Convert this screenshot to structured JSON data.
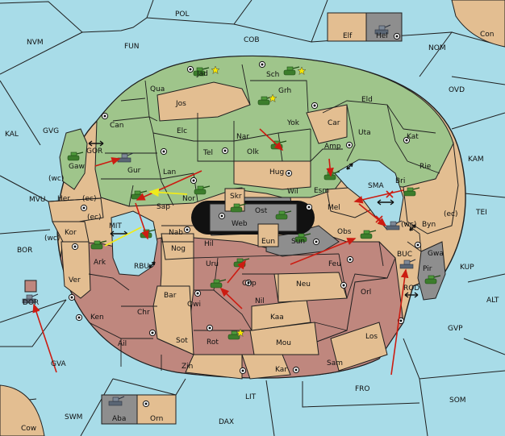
{
  "colors": {
    "sea": "#a8dce8",
    "green": "#9fc58b",
    "tan": "#e3be91",
    "brown": "#bf877e",
    "grey": "#8e8e8e",
    "border": "#1f1f1f",
    "order_red": "#cc1c12",
    "order_yellow": "#f0ea1a"
  },
  "sea_labels": {
    "pol": "POL",
    "nvm": "NVM",
    "fun": "FUN",
    "cob": "COB",
    "nom": "NOM",
    "con": "Con",
    "ovd": "OVD",
    "kal": "KAL",
    "gvg": "GVG",
    "kam": "KAM",
    "mvu": "MVU",
    "tei": "TEI",
    "bor": "BOR",
    "kup": "KUP",
    "alt": "ALT",
    "gvp": "GVP",
    "gva": "GVA",
    "fro": "FRO",
    "som": "SOM",
    "lit": "LIT",
    "swm": "SWM",
    "dax": "DAX",
    "cow": "Cow",
    "mit": "MIT",
    "rbu": "RBU",
    "sma": "SMA",
    "buc": "BUC",
    "rod": "ROD",
    "gor": "GOR",
    "elf": "Elf",
    "hel": "Hel",
    "aba": "Aba",
    "orn": "Orn",
    "dor": "DOR"
  },
  "coast_labels": {
    "wc1": "(wc)",
    "ec1": "(ec)",
    "wc2": "(wc)",
    "ec2": "(ec)",
    "wc3": "(wc)",
    "ec3": "(ec)"
  },
  "land_labels": {
    "jad": "Jad",
    "sch": "Sch",
    "qua": "Qua",
    "jos": "Jos",
    "grh": "Grh",
    "eld": "Eld",
    "can": "Can",
    "yok": "Yok",
    "car": "Car",
    "elc": "Elc",
    "nar": "Nar",
    "uta": "Uta",
    "kat": "Kat",
    "gaw": "Gaw",
    "tel": "Tel",
    "olk": "Olk",
    "amp": "Amp",
    "gur": "Gur",
    "lan": "Lan",
    "hug": "Hug",
    "rie": "Rie",
    "esm": "Esm",
    "wil": "Wil",
    "bri": "Bri",
    "her": "Her",
    "nor": "Nor",
    "sap": "Sap",
    "skr": "Skr",
    "ost": "Ost",
    "web": "Web",
    "mel": "Mel",
    "kor": "Kor",
    "byn": "Byn",
    "nab": "Nab",
    "hil": "Hil",
    "eun": "Eun",
    "sun": "Sun",
    "obs": "Obs",
    "gwa": "Gwa",
    "ark": "Ark",
    "nog": "Nog",
    "uru": "Uru",
    "feu": "Feu",
    "pir": "Pir",
    "ver": "Ver",
    "chp": "Chp",
    "neu": "Neu",
    "bar": "Bar",
    "orl": "Orl",
    "qwi": "Qwi",
    "nil": "Nil",
    "ken": "Ken",
    "chr": "Chr",
    "kaa": "Kaa",
    "sot": "Sot",
    "rot": "Rot",
    "los": "Los",
    "ail": "Ail",
    "mou": "Mou",
    "zin": "Zin",
    "kar": "Kar",
    "sam": "Sam"
  }
}
